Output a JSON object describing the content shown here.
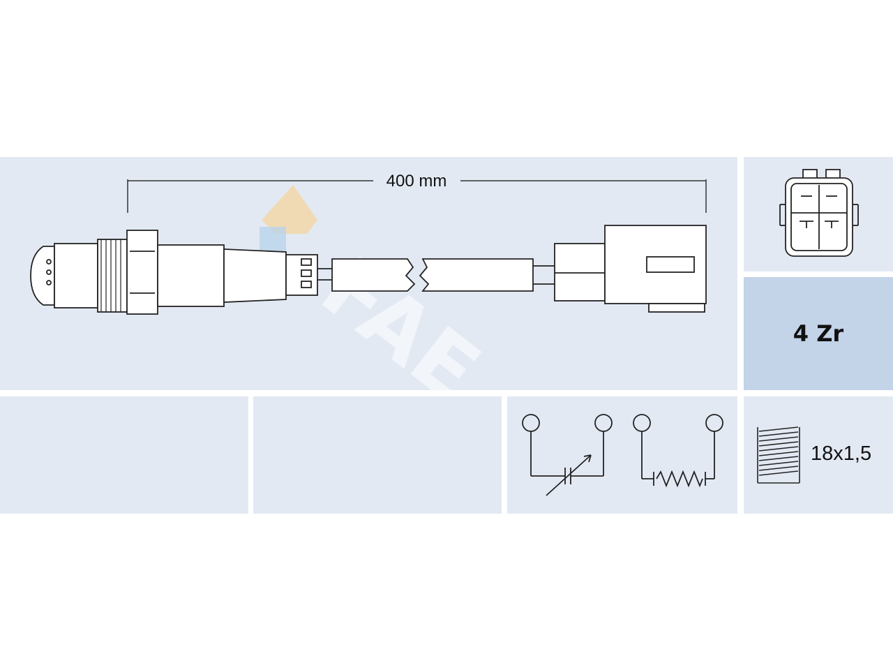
{
  "diagram": {
    "cable_length": "400 mm",
    "watermark": "FAE",
    "sensor_type": "4 Zr",
    "thread_size": "18x1,5"
  }
}
